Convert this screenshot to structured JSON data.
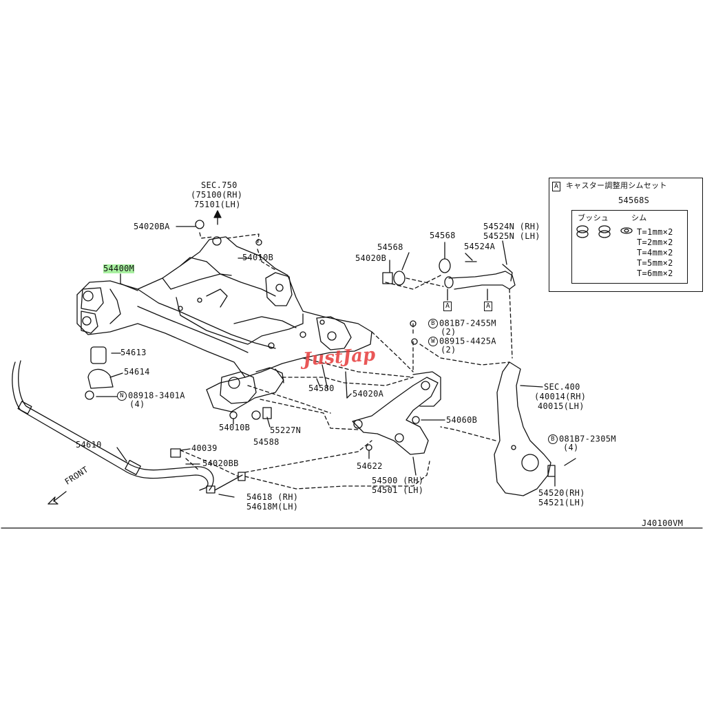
{
  "watermark": "JustJap",
  "diagram_code": "J40100VM",
  "front_label": "FRONT",
  "highlight_color": "#a8f0a0",
  "labels": {
    "sec750": "SEC.750",
    "p75100": "(75100(RH)",
    "p75101": "75101(LH)",
    "p54020BA": "54020BA",
    "p54010B_top": "54010B",
    "p54400M": "54400M",
    "p54613": "54613",
    "p54614": "54614",
    "n08918_letter": "N",
    "n08918": "08918-3401A",
    "n08918_qty": "(4)",
    "p54610": "54610",
    "p40039": "40039",
    "p54020BB": "54020BB",
    "p54618RH": "54618 (RH)",
    "p54618LH": "54618M(LH)",
    "p54010B_bot": "54010B",
    "p55227N": "55227N",
    "p54588": "54588",
    "p54580": "54580",
    "p54020A": "54020A",
    "p54568_left": "54568",
    "p54020B": "54020B",
    "p54568_mid": "54568",
    "p54524A": "54524A",
    "p54524N": "54524N (RH)",
    "p54525N": "54525N (LH)",
    "markA": "A",
    "b081B7_letter": "B",
    "b081B7_2455M": "081B7-2455M",
    "b2455_qty": "(2)",
    "w_letter": "W",
    "w08915": "08915-4425A",
    "w_qty": "(2)",
    "p54060B": "54060B",
    "p54622": "54622",
    "p54500": "54500 (RH)",
    "p54501": "54501 (LH)",
    "sec400": "SEC.400",
    "p40014": "(40014(RH)",
    "p40015": "40015(LH)",
    "b081B7_2305M": "081B7-2305M",
    "b2305_qty": "(4)",
    "p54520": "54520(RH)",
    "p54521": "54521(LH)"
  },
  "inset": {
    "marker": "A",
    "title": "キャスター調整用シムセット",
    "part": "54568S",
    "col_bush": "ブッシュ",
    "col_shim": "シム",
    "shims": [
      "T=1mm×2",
      "T=2mm×2",
      "T=4mm×2",
      "T=5mm×2",
      "T=6mm×2"
    ]
  }
}
